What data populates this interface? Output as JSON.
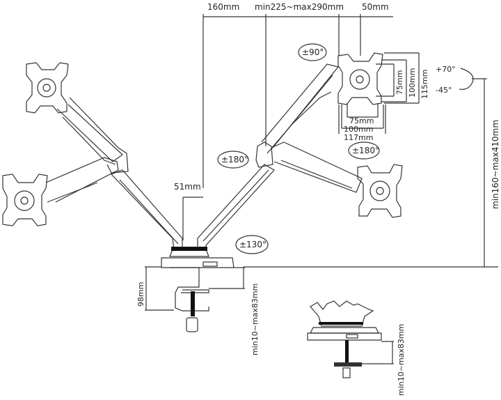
{
  "diagram": {
    "subject": "Dual monitor gas-spring arm with desk clamp",
    "top_dimensions": {
      "base_offset": "160mm",
      "arm_reach": "min225~max290mm",
      "plate_offset": "50mm"
    },
    "vesa": {
      "vertical": [
        "75mm",
        "100mm",
        "115mm"
      ],
      "horizontal": [
        "75mm",
        "100mm",
        "117mm"
      ]
    },
    "rotation": {
      "screen_rotate": "±90°",
      "swivel_head": "±180°",
      "swivel_elbow": "±180°",
      "swivel_base": "±130°",
      "tilt_up": "+70°",
      "tilt_down": "-45°"
    },
    "height_range": "min160~max410mm",
    "pole_width": "51mm",
    "clamp": {
      "clamp_height": "98mm",
      "desk_thickness_clamp": "min10~max83mm",
      "desk_thickness_grommet": "min10~max83mm"
    }
  }
}
